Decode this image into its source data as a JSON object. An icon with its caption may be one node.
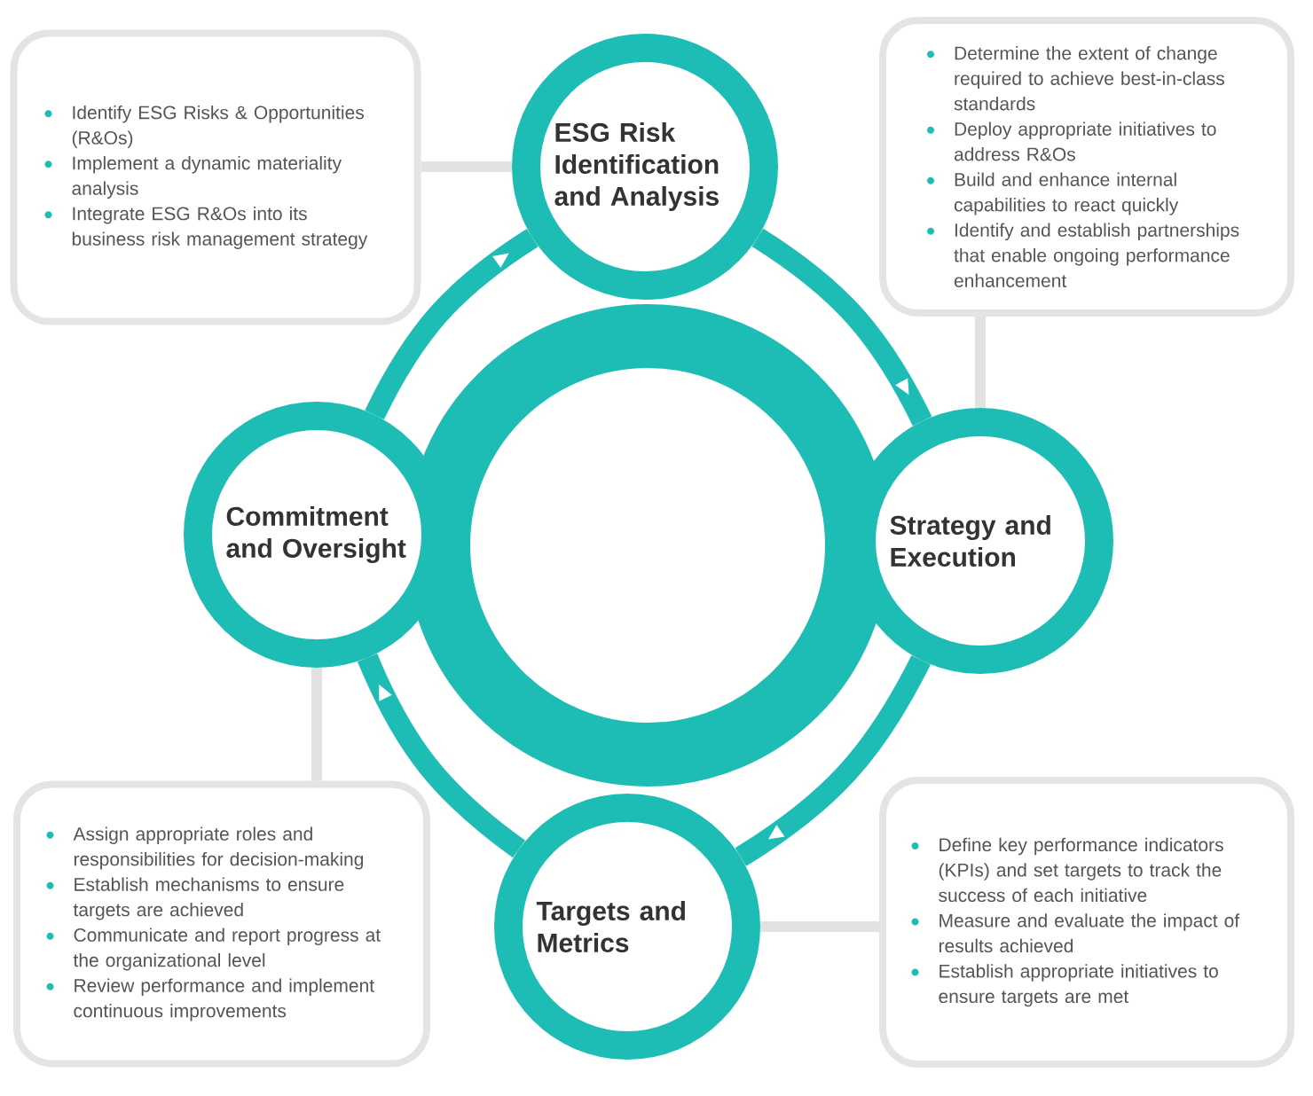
{
  "diagram": {
    "nodes": [
      {
        "text": [
          "Identify ESG Risks & Opportunities (R&Os)",
          "Implement a dynamic materiality analysis",
          "Integrate ESG R&Os into its business risk management strategy"
        ]
      },
      {
        "text": [
          "ESG Risk Identification and Analysis"
        ]
      },
      {
        "text": [
          "Determine the extent of change required to achieve best-in-class standards",
          "Deploy appropriate initiatives to address R&Os",
          "Build and enhance internal capabilities to react quickly",
          "Identify and establish partnerships that enable ongoing performance enhancement"
        ]
      },
      {
        "text": [
          "Commitment and Oversight"
        ]
      },
      {
        "text": [
          "Strategy and Execution"
        ]
      },
      {
        "text": [
          "Assign appropriate roles and responsibilities for decision-making",
          "Establish mechanisms to ensure targets are achieved",
          "Communicate and report progress at the organizational level",
          "Review performance and implement continuous improvements"
        ]
      },
      {
        "text": [
          "Targets and Metrics"
        ]
      },
      {
        "text": [
          "Define key performance indicators (KPIs) and set targets to track the success of each initiative",
          "Measure and evaluate the impact of results achieved",
          "Establish appropriate initiatives to ensure targets are met"
        ]
      }
    ],
    "edges": [
      {
        "from": 3,
        "to": 1,
        "arrow": "to",
        "style": "thick"
      },
      {
        "from": 1,
        "to": 4,
        "arrow": "to",
        "style": "thick"
      },
      {
        "from": 4,
        "to": 6,
        "arrow": "to",
        "style": "thick"
      },
      {
        "from": 6,
        "to": 3,
        "arrow": "to",
        "style": "thick"
      },
      {
        "from": 0,
        "to": 1,
        "arrow": "none",
        "color": "#e2e2e2"
      },
      {
        "from": 2,
        "to": 4,
        "arrow": "none",
        "color": "#e2e2e2"
      },
      {
        "from": 5,
        "to": 3,
        "arrow": "none",
        "color": "#e2e2e2"
      },
      {
        "from": 7,
        "to": 6,
        "arrow": "none",
        "color": "#e2e2e2"
      }
    ]
  }
}
